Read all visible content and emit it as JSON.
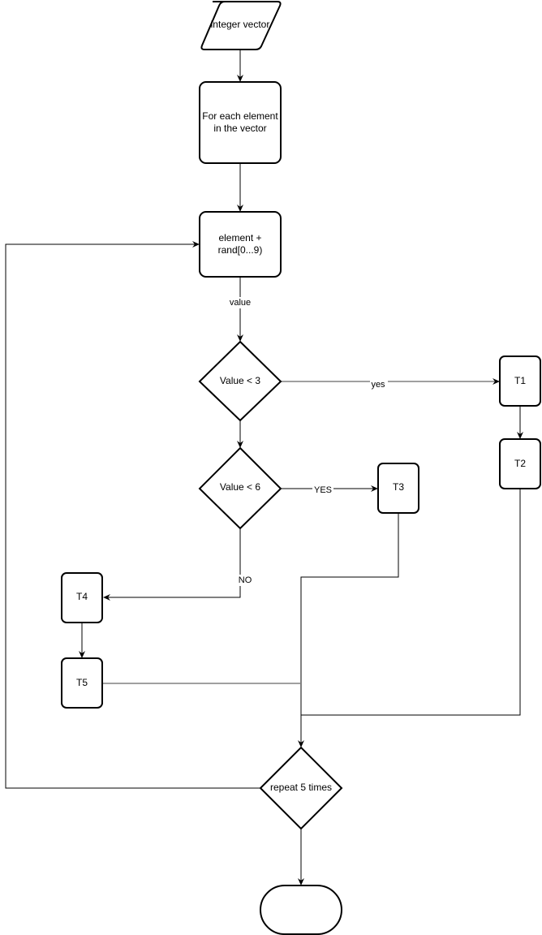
{
  "diagram": {
    "type": "flowchart",
    "nodes": {
      "input": {
        "shape": "parallelogram",
        "text": "integer vector"
      },
      "for_each": {
        "shape": "rounded-rect",
        "text_lines": [
          "For each element",
          "in the vector"
        ]
      },
      "add_rand": {
        "shape": "rounded-rect",
        "text_lines": [
          "element +",
          "rand[0...9)"
        ]
      },
      "decision_lt3": {
        "shape": "diamond",
        "text": "Value < 3"
      },
      "decision_lt6": {
        "shape": "diamond",
        "text": "Value < 6"
      },
      "t1": {
        "shape": "rounded-rect",
        "text": "T1"
      },
      "t2": {
        "shape": "rounded-rect",
        "text": "T2"
      },
      "t3": {
        "shape": "rounded-rect",
        "text": "T3"
      },
      "t4": {
        "shape": "rounded-rect",
        "text": "T4"
      },
      "t5": {
        "shape": "rounded-rect",
        "text": "T5"
      },
      "repeat": {
        "shape": "diamond",
        "text": "repeat 5 times"
      },
      "end": {
        "shape": "terminator",
        "text": ""
      }
    },
    "edges": [
      {
        "from": "input",
        "to": "for_each",
        "label": ""
      },
      {
        "from": "for_each",
        "to": "add_rand",
        "label": ""
      },
      {
        "from": "add_rand",
        "to": "decision_lt3",
        "label": "value"
      },
      {
        "from": "decision_lt3",
        "to": "t1",
        "label": "yes"
      },
      {
        "from": "decision_lt3",
        "to": "decision_lt6",
        "label": ""
      },
      {
        "from": "t1",
        "to": "t2",
        "label": ""
      },
      {
        "from": "decision_lt6",
        "to": "t3",
        "label": "YES"
      },
      {
        "from": "decision_lt6",
        "to": "t4",
        "label": "NO"
      },
      {
        "from": "t4",
        "to": "t5",
        "label": ""
      },
      {
        "from": "t3",
        "to": "repeat",
        "label": ""
      },
      {
        "from": "t5",
        "to": "repeat",
        "label": ""
      },
      {
        "from": "t2",
        "to": "repeat",
        "label": ""
      },
      {
        "from": "repeat",
        "to": "add_rand",
        "label": ""
      },
      {
        "from": "repeat",
        "to": "end",
        "label": ""
      }
    ],
    "labels": {
      "value": "value",
      "yes": "yes",
      "YES": "YES",
      "NO": "NO"
    }
  }
}
